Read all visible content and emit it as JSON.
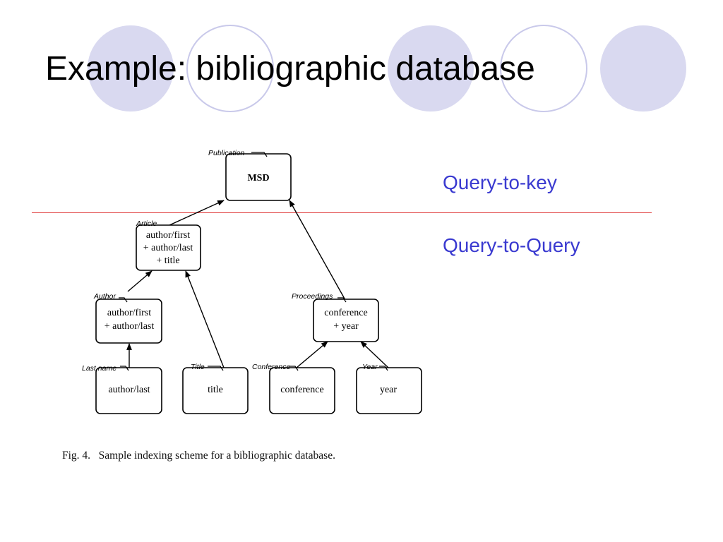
{
  "slide": {
    "title": "Example: bibliographic database",
    "caption": "Fig. 4.   Sample indexing scheme for a bibliographic database.",
    "query_to_key": "Query-to-key",
    "query_to_query": "Query-to-Query",
    "colors": {
      "accent_text": "#3a3ad0",
      "divider": "#e03a3a",
      "circle_fill": "#d9d9f0",
      "circle_stroke": "#c9c9ea"
    }
  },
  "diagram": {
    "nodes": {
      "publication": {
        "label": "Publication",
        "lines": [
          "MSD"
        ]
      },
      "article": {
        "label": "Article",
        "lines": [
          "author/first",
          "+ author/last",
          "+ title"
        ]
      },
      "author": {
        "label": "Author",
        "lines": [
          "author/first",
          "+ author/last"
        ]
      },
      "proceedings": {
        "label": "Proceedings",
        "lines": [
          "conference",
          "+ year"
        ]
      },
      "lastname": {
        "label": "Last name",
        "lines": [
          "author/last"
        ]
      },
      "title": {
        "label": "Title",
        "lines": [
          "title"
        ]
      },
      "conference": {
        "label": "Conference",
        "lines": [
          "conference"
        ]
      },
      "year": {
        "label": "Year",
        "lines": [
          "year"
        ]
      }
    }
  }
}
